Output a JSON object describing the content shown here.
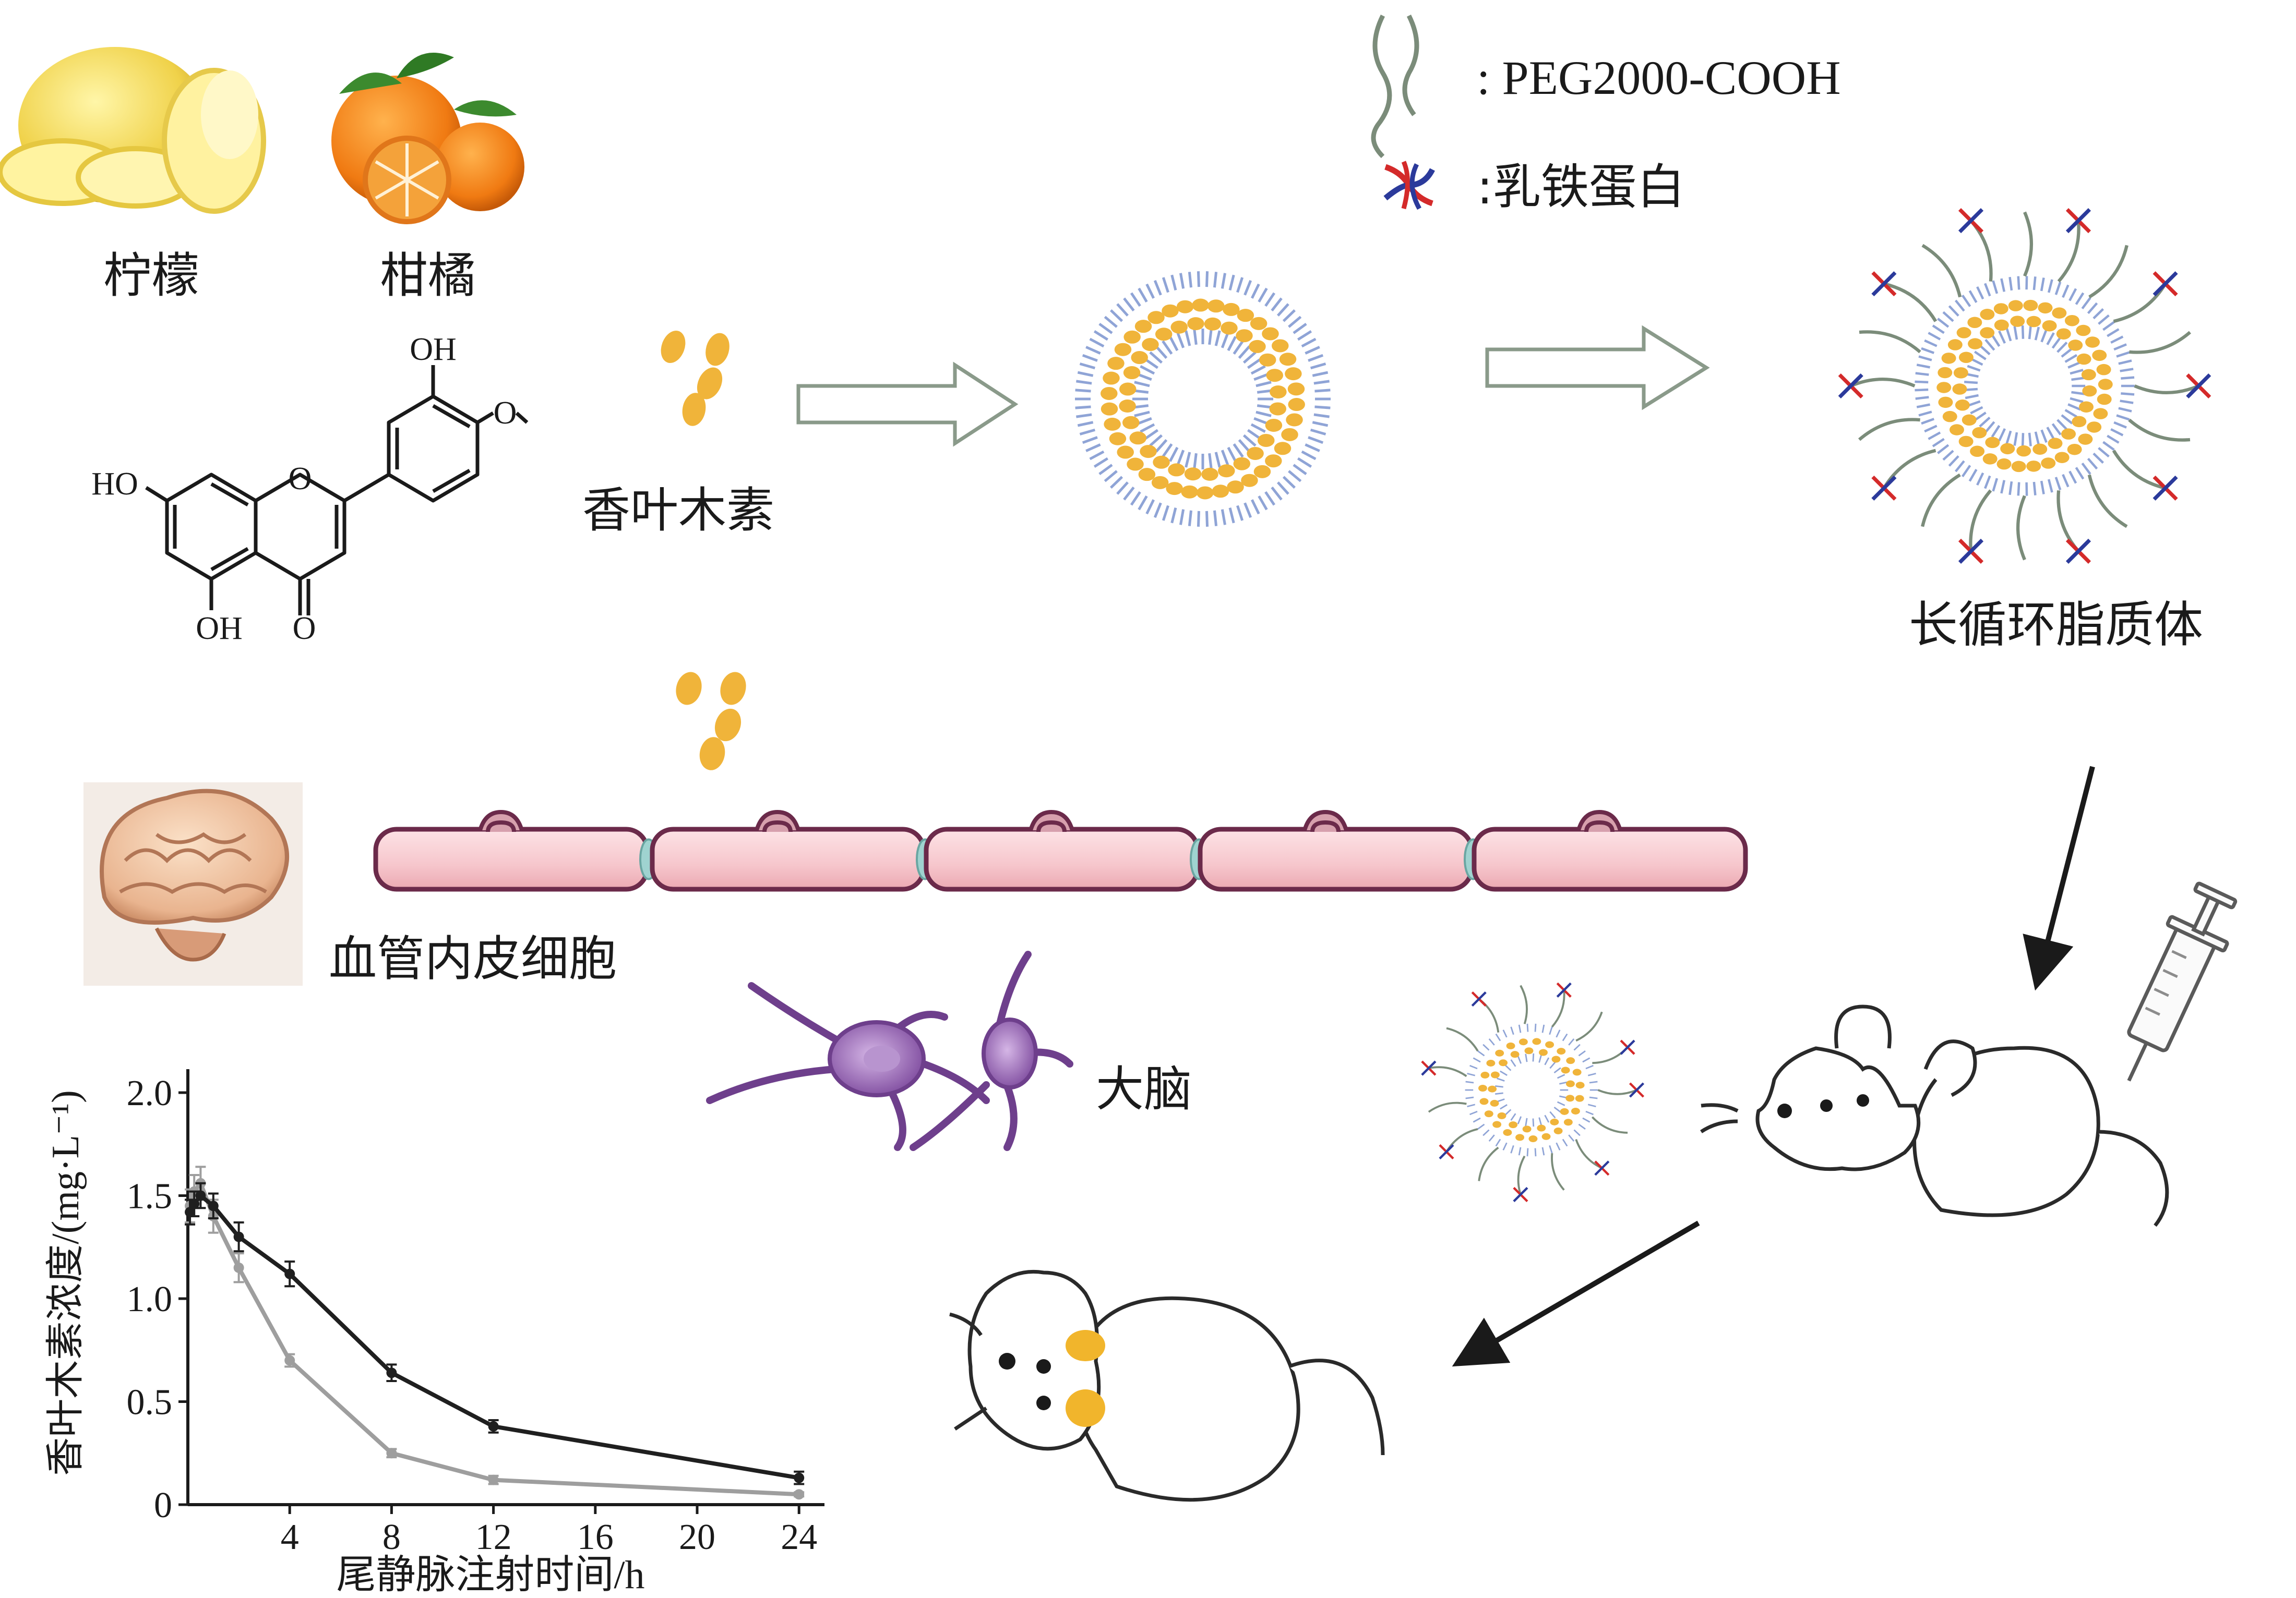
{
  "legend": {
    "peg": ": PEG2000-COOH",
    "lactoferrin": ":乳铁蛋白"
  },
  "labels": {
    "lemon": "柠檬",
    "tangerine": "柑橘",
    "diosmetin": "香叶木素",
    "long_circulating_liposome": "长循环脂质体",
    "endothelial_cells": "血管内皮细胞",
    "brain": "大脑"
  },
  "molecule": {
    "oh_top": "OH",
    "o_methyl": "O",
    "ho_left": "HO",
    "o_ring": "O",
    "oh_bottom": "OH",
    "o_keto": "O"
  },
  "colors": {
    "drug_particle": "#f0b43a",
    "endothelial_fill": "#f6c6cc",
    "endothelial_border": "#6b2a4a",
    "junction": "#9fd3d0",
    "lipid_blue": "#8fa4d6",
    "neuron": "#9a6ab8",
    "series_dark": "#1f1f1f",
    "series_light": "#9e9e9e"
  },
  "chart_data": {
    "type": "line",
    "xlabel": "尾静脉注射时间/h",
    "ylabel": "香叶木素浓度/(mg·L⁻¹)",
    "xlim": [
      0,
      25
    ],
    "ylim": [
      0,
      2.0
    ],
    "x_ticks": [
      "4",
      "8",
      "12",
      "16",
      "20",
      "24"
    ],
    "y_ticks": [
      "0",
      "0.5",
      "1.0",
      "1.5",
      "2.0"
    ],
    "series": [
      {
        "x": [
          0.083,
          0.25,
          0.5,
          1,
          2,
          4,
          8,
          12,
          24
        ],
        "y": [
          1.42,
          1.46,
          1.5,
          1.45,
          1.3,
          1.12,
          0.64,
          0.38,
          0.13
        ],
        "err": [
          0.06,
          0.06,
          0.06,
          0.06,
          0.07,
          0.06,
          0.04,
          0.03,
          0.03
        ],
        "color": "#1f1f1f"
      },
      {
        "x": [
          0.083,
          0.25,
          0.5,
          1,
          2,
          4,
          8,
          12,
          24
        ],
        "y": [
          1.45,
          1.52,
          1.56,
          1.4,
          1.15,
          0.7,
          0.25,
          0.12,
          0.05
        ],
        "err": [
          0.08,
          0.08,
          0.08,
          0.08,
          0.07,
          0.03,
          0.02,
          0.02,
          0.01
        ],
        "color": "#9e9e9e"
      }
    ]
  }
}
